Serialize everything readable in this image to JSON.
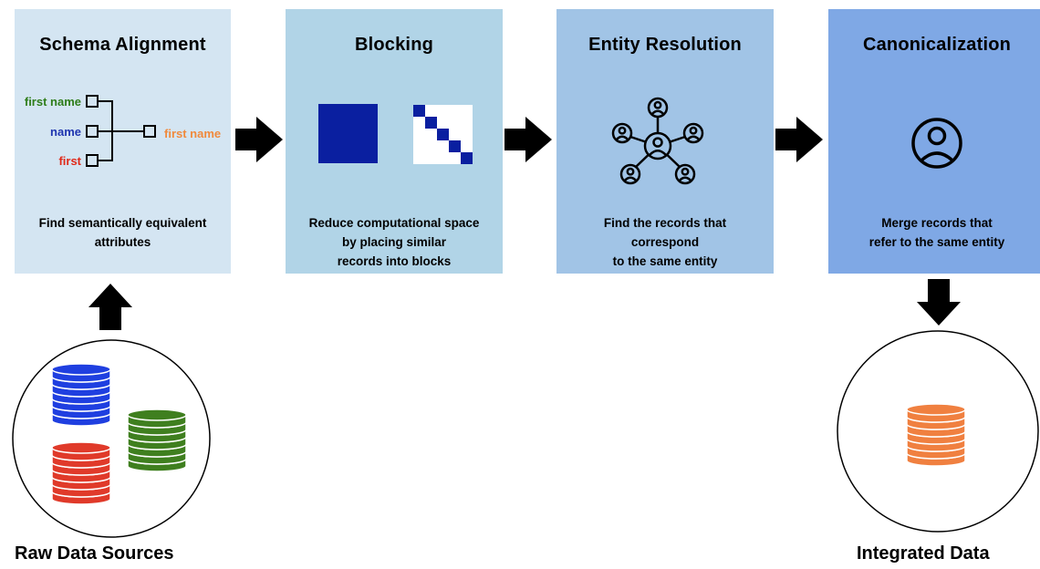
{
  "colors": {
    "stage_1_bg": "#d4e5f2",
    "stage_2_bg": "#b1d4e7",
    "stage_3_bg": "#a1c4e6",
    "stage_4_bg": "#7fa8e5",
    "blocking_square": "#0a1fa0",
    "db_blue": "#1f3fe0",
    "db_green": "#3f7f1f",
    "db_red": "#e03a2a",
    "db_orange": "#f08040",
    "label_green": "#2e7d1a",
    "label_blue": "#1f35b0",
    "label_red": "#e02a1a",
    "label_orange": "#f08a3c"
  },
  "stages": [
    {
      "title": "Schema Alignment",
      "description": [
        "Find semantically equivalent",
        "attributes"
      ],
      "fields": [
        "first name",
        "name",
        "first"
      ],
      "target_field": "first name"
    },
    {
      "title": "Blocking",
      "description": [
        "Reduce computational space",
        "by placing similar",
        "records into blocks"
      ]
    },
    {
      "title": "Entity Resolution",
      "description": [
        "Find the records that",
        "correspond",
        "to the same entity"
      ]
    },
    {
      "title": "Canonicalization",
      "description": [
        "Merge records that",
        "refer to the same entity"
      ]
    }
  ],
  "inputs": {
    "label": "Raw Data Sources"
  },
  "output": {
    "label": "Integrated Data"
  },
  "icons": {
    "arrow": "right-arrow-icon",
    "up_arrow": "up-arrow-icon",
    "down_arrow": "down-arrow-icon",
    "database": "database-icon",
    "user": "user-circle-icon",
    "network": "user-network-icon",
    "matrix": "block-matrix-icon"
  }
}
